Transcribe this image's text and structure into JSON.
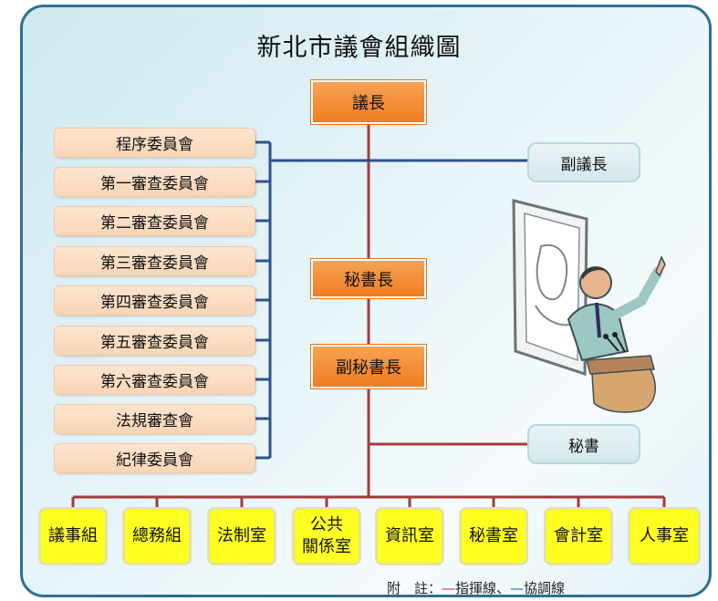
{
  "title": "新北市議會組織圖",
  "top": {
    "speaker": "議長",
    "secretary_general": "秘書長",
    "deputy_secretary_general": "副秘書長"
  },
  "side": {
    "deputy_speaker": "副議長",
    "secretary": "秘書"
  },
  "committees": [
    "程序委員會",
    "第一審查委員會",
    "第二審查委員會",
    "第三審查委員會",
    "第四審查委員會",
    "第五審查委員會",
    "第六審查委員會",
    "法規審查會",
    "紀律委員會"
  ],
  "units": [
    "議事組",
    "總務組",
    "法制室",
    "公共\n關係室",
    "資訊室",
    "秘書室",
    "會計室",
    "人事室"
  ],
  "note": {
    "prefix": "附　註：",
    "command_line": "指揮線",
    "separator": "、",
    "coordination_line": "協調線"
  },
  "colors": {
    "command": "#a33b3b",
    "coordination": "#2f5289",
    "frame": "#2f6f93",
    "orange": "#f08a2e",
    "yellow": "#ffff22"
  }
}
